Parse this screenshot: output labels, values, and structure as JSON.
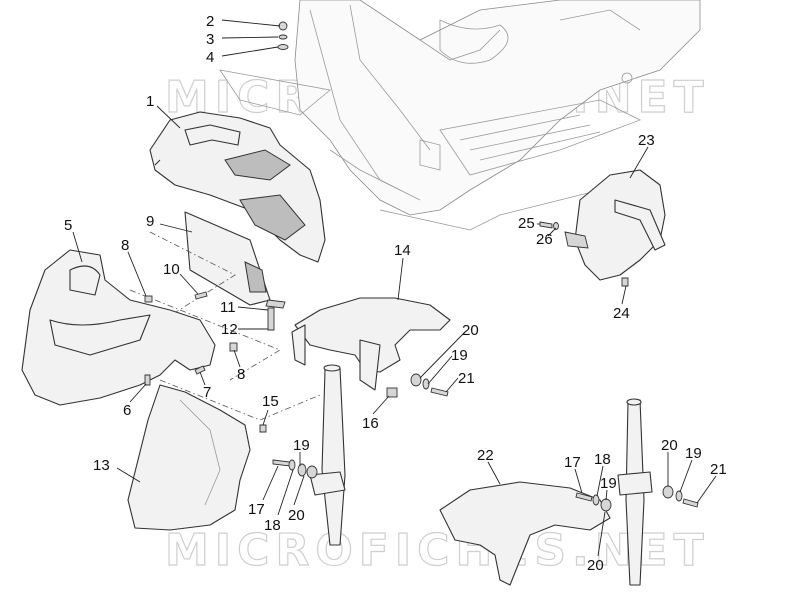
{
  "watermark": {
    "text_top": "MICROFICHES.NET",
    "text_bottom": "MICROFICHES.NET"
  },
  "callouts": [
    {
      "id": "c2",
      "label": "2"
    },
    {
      "id": "c3",
      "label": "3"
    },
    {
      "id": "c4",
      "label": "4"
    },
    {
      "id": "c1",
      "label": "1"
    },
    {
      "id": "c23",
      "label": "23"
    },
    {
      "id": "c9",
      "label": "9"
    },
    {
      "id": "c5",
      "label": "5"
    },
    {
      "id": "c8a",
      "label": "8"
    },
    {
      "id": "c10",
      "label": "10"
    },
    {
      "id": "c25",
      "label": "25"
    },
    {
      "id": "c26",
      "label": "26"
    },
    {
      "id": "c14",
      "label": "14"
    },
    {
      "id": "c11",
      "label": "11"
    },
    {
      "id": "c24",
      "label": "24"
    },
    {
      "id": "c12",
      "label": "12"
    },
    {
      "id": "c20a",
      "label": "20"
    },
    {
      "id": "c19a",
      "label": "19"
    },
    {
      "id": "c8b",
      "label": "8"
    },
    {
      "id": "c21a",
      "label": "21"
    },
    {
      "id": "c7",
      "label": "7"
    },
    {
      "id": "c6",
      "label": "6"
    },
    {
      "id": "c15",
      "label": "15"
    },
    {
      "id": "c16",
      "label": "16"
    },
    {
      "id": "c19b",
      "label": "19"
    },
    {
      "id": "c20b",
      "label": "20"
    },
    {
      "id": "c22",
      "label": "22"
    },
    {
      "id": "c17a",
      "label": "17"
    },
    {
      "id": "c18a",
      "label": "18"
    },
    {
      "id": "c19c",
      "label": "19"
    },
    {
      "id": "c20c",
      "label": "20"
    },
    {
      "id": "c21b",
      "label": "21"
    },
    {
      "id": "c19d",
      "label": "19"
    },
    {
      "id": "c13",
      "label": "13"
    },
    {
      "id": "c17b",
      "label": "17"
    },
    {
      "id": "c20d",
      "label": "20"
    },
    {
      "id": "c18b",
      "label": "18"
    },
    {
      "id": "c20e",
      "label": "20"
    }
  ]
}
